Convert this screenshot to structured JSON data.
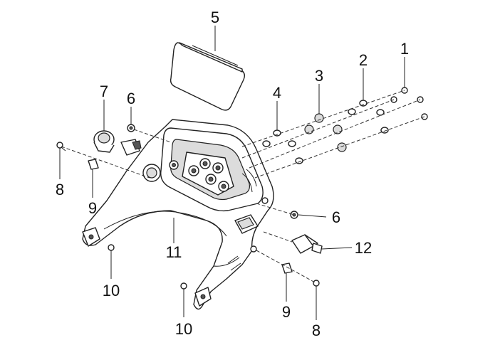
{
  "diagram": {
    "labels": {
      "l1": "1",
      "l2": "2",
      "l3": "3",
      "l4": "4",
      "l5": "5",
      "l6a": "6",
      "l6b": "6",
      "l7": "7",
      "l8a": "8",
      "l8b": "8",
      "l9a": "9",
      "l9b": "9",
      "l10a": "10",
      "l10b": "10",
      "l11": "11",
      "l12": "12"
    },
    "colors": {
      "line": "#222222",
      "fill": "#ffffff",
      "shade": "#dcdcdc"
    }
  }
}
